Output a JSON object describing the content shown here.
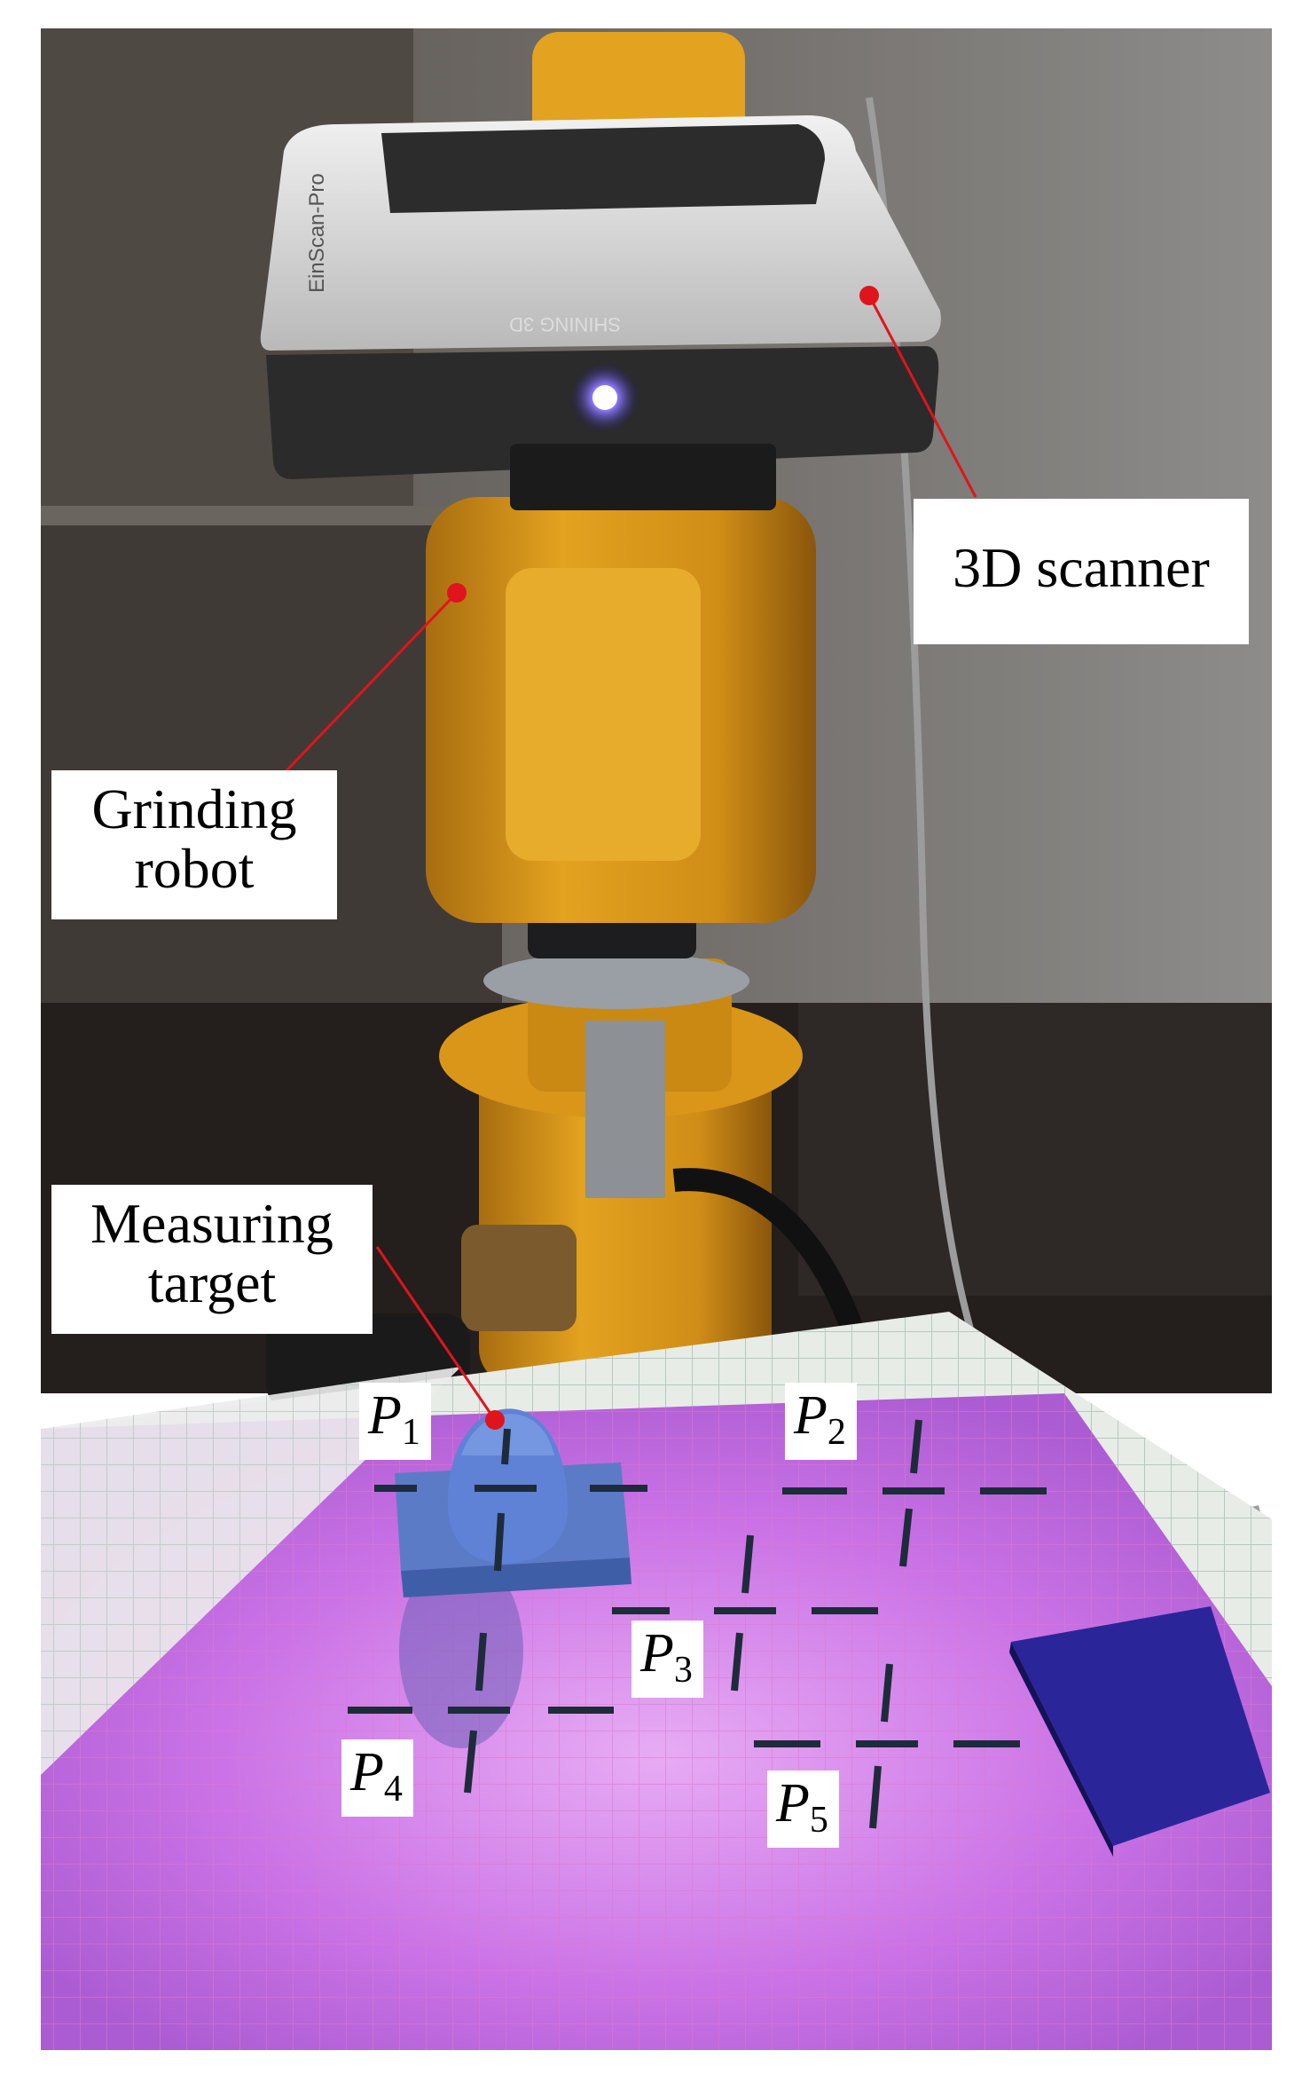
{
  "labels": {
    "scanner": "3D scanner",
    "robot_line1": "Grinding",
    "robot_line2": "robot",
    "target_line1": "Measuring",
    "target_line2": "target"
  },
  "points": [
    {
      "letter": "P",
      "index": "1"
    },
    {
      "letter": "P",
      "index": "2"
    },
    {
      "letter": "P",
      "index": "3"
    },
    {
      "letter": "P",
      "index": "4"
    },
    {
      "letter": "P",
      "index": "5"
    }
  ],
  "scanner_brand": "EinScan-Pro",
  "scanner_maker": "SHINING 3D",
  "colors": {
    "robot": "#e3a21f",
    "scanner_body": "#d9d9d9",
    "scanner_dark": "#2b2b2b",
    "light": "#c45ce8",
    "marker": "#e0141c",
    "crosshair": "#1e2b3a",
    "callout_bg": "#ffffff"
  }
}
